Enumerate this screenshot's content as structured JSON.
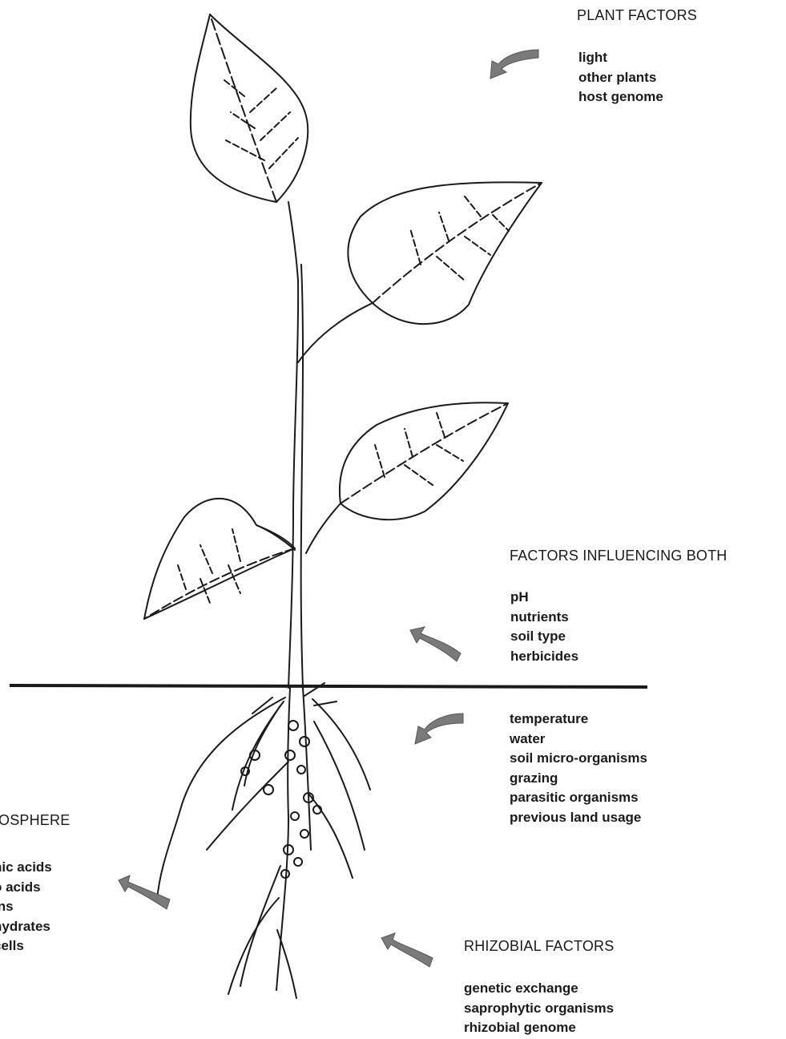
{
  "plant_factors": {
    "heading": "PLANT FACTORS",
    "items": [
      "light",
      "other plants",
      "host genome"
    ]
  },
  "factors_influencing_both": {
    "heading": "FACTORS INFLUENCING BOTH",
    "items": [
      "pH",
      "nutrients",
      "soil type",
      "herbicides"
    ]
  },
  "soil_factors": {
    "items": [
      "temperature",
      "water",
      "soil micro-organisms",
      "grazing",
      "parasitic organisms",
      "previous land usage"
    ]
  },
  "rhizosphere": {
    "heading": "OSPHERE",
    "items": [
      "nic acids",
      "o acids",
      "ins",
      "hydrates",
      "cells"
    ]
  },
  "rhizobial_factors": {
    "heading": "RHIZOBIAL FACTORS",
    "items": [
      "genetic exchange",
      "saprophytic organisms",
      "rhizobial genome"
    ]
  },
  "colors": {
    "line": "#1a1a1a",
    "arrow": "#7a7a7a",
    "background": "#ffffff"
  }
}
